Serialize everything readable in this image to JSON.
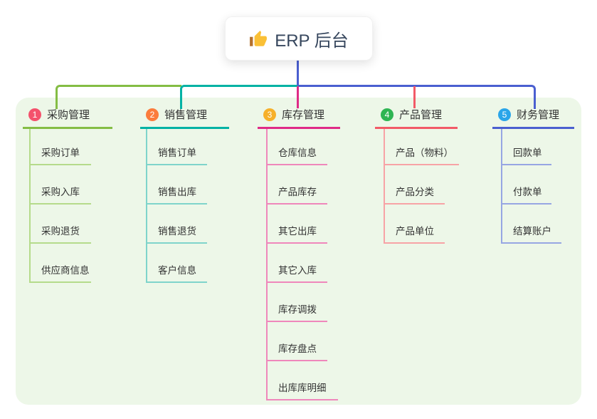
{
  "root": {
    "label": "ERP 后台",
    "icon": "thumbs-up-icon",
    "connector_color": "#4a5fd0"
  },
  "panel_color": "#edf7e8",
  "text_color": "#333333",
  "branches": [
    {
      "badge": "1",
      "title": "采购管理",
      "badge_color": "#f4516c",
      "line_color": "#84bd44",
      "child_line_color": "#b5db8b",
      "children": [
        "采购订单",
        "采购入库",
        "采购退货",
        "供应商信息"
      ]
    },
    {
      "badge": "2",
      "title": "销售管理",
      "badge_color": "#fb7c3c",
      "line_color": "#00b2a4",
      "child_line_color": "#7fd4cb",
      "children": [
        "销售订单",
        "销售出库",
        "销售退货",
        "客户信息"
      ]
    },
    {
      "badge": "3",
      "title": "库存管理",
      "badge_color": "#f6b02a",
      "line_color": "#df2b87",
      "child_line_color": "#ef87bb",
      "children": [
        "仓库信息",
        "产品库存",
        "其它出库",
        "其它入库",
        "库存调拨",
        "库存盘点",
        "出库库明细"
      ]
    },
    {
      "badge": "4",
      "title": "产品管理",
      "badge_color": "#2eb553",
      "line_color": "#f25a67",
      "child_line_color": "#f7a3a6",
      "children": [
        "产品（物料）",
        "产品分类",
        "产品单位"
      ]
    },
    {
      "badge": "5",
      "title": "财务管理",
      "badge_color": "#2aa5e9",
      "line_color": "#4a5fd0",
      "child_line_color": "#97a6e3",
      "children": [
        "回款单",
        "付款单",
        "结算账户"
      ]
    }
  ]
}
